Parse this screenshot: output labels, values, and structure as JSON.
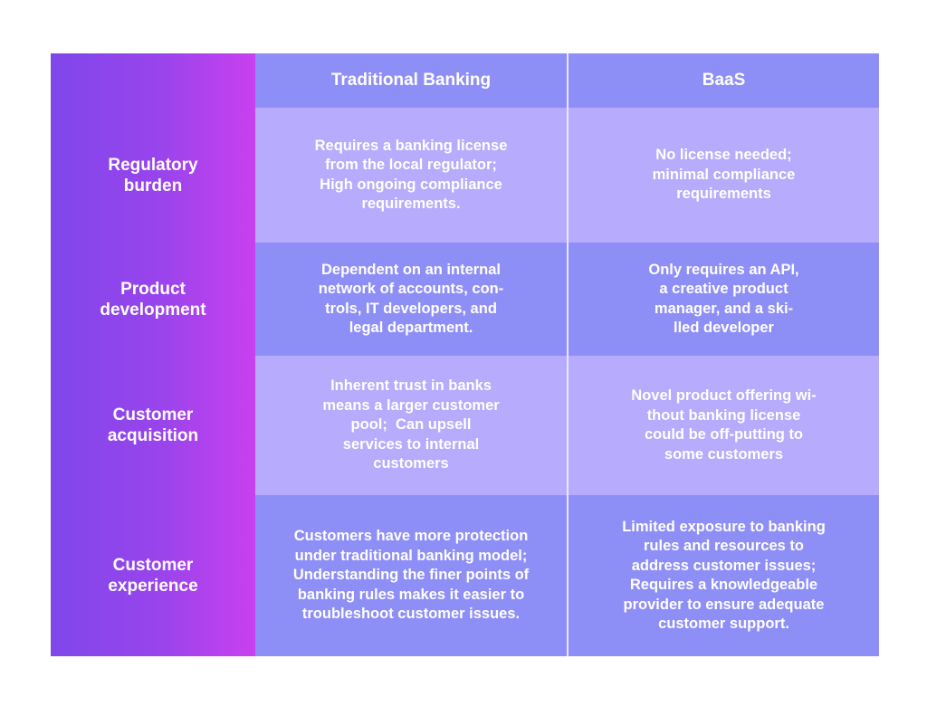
{
  "table": {
    "header": {
      "corner": "",
      "columns": [
        "Traditional Banking",
        "BaaS"
      ]
    },
    "rows": [
      {
        "label": [
          "Regulatory",
          "burden"
        ],
        "traditional": [
          "Requires a banking license",
          "from the local regulator;",
          "High ongoing compliance",
          "requirements."
        ],
        "baas": [
          "No license needed;",
          "minimal compliance",
          "requirements"
        ]
      },
      {
        "label": [
          "Product",
          "development"
        ],
        "traditional": [
          "Dependent on an internal",
          "network of accounts, con-",
          "trols, IT developers, and",
          "legal department."
        ],
        "baas": [
          "Only requires an API,",
          "a creative product",
          "manager, and a ski-",
          "lled developer"
        ]
      },
      {
        "label": [
          "Customer",
          "acquisition"
        ],
        "traditional": [
          "Inherent trust in banks",
          "means a larger customer",
          "pool;  Can upsell",
          "services to internal",
          "customers"
        ],
        "baas": [
          "Novel product offering wi-",
          "thout banking license",
          "could be off-putting to",
          "some customers"
        ]
      },
      {
        "label": [
          "Customer",
          "experience"
        ],
        "traditional": [
          "Customers have more protection",
          "under traditional banking model;",
          "Understanding the finer points of",
          "banking rules makes it easier to",
          "troubleshoot customer issues."
        ],
        "baas": [
          "Limited exposure to banking",
          "rules and resources to",
          "address customer issues;",
          "Requires a knowledgeable",
          "provider to ensure adequate",
          "customer support."
        ]
      }
    ]
  },
  "colors": {
    "label_gradient_start": "#7F47EA",
    "label_gradient_end": "#C940EF",
    "row_dark": "#8E8EF7",
    "row_light": "#B6ABFC",
    "text": "#FFFFFF"
  }
}
